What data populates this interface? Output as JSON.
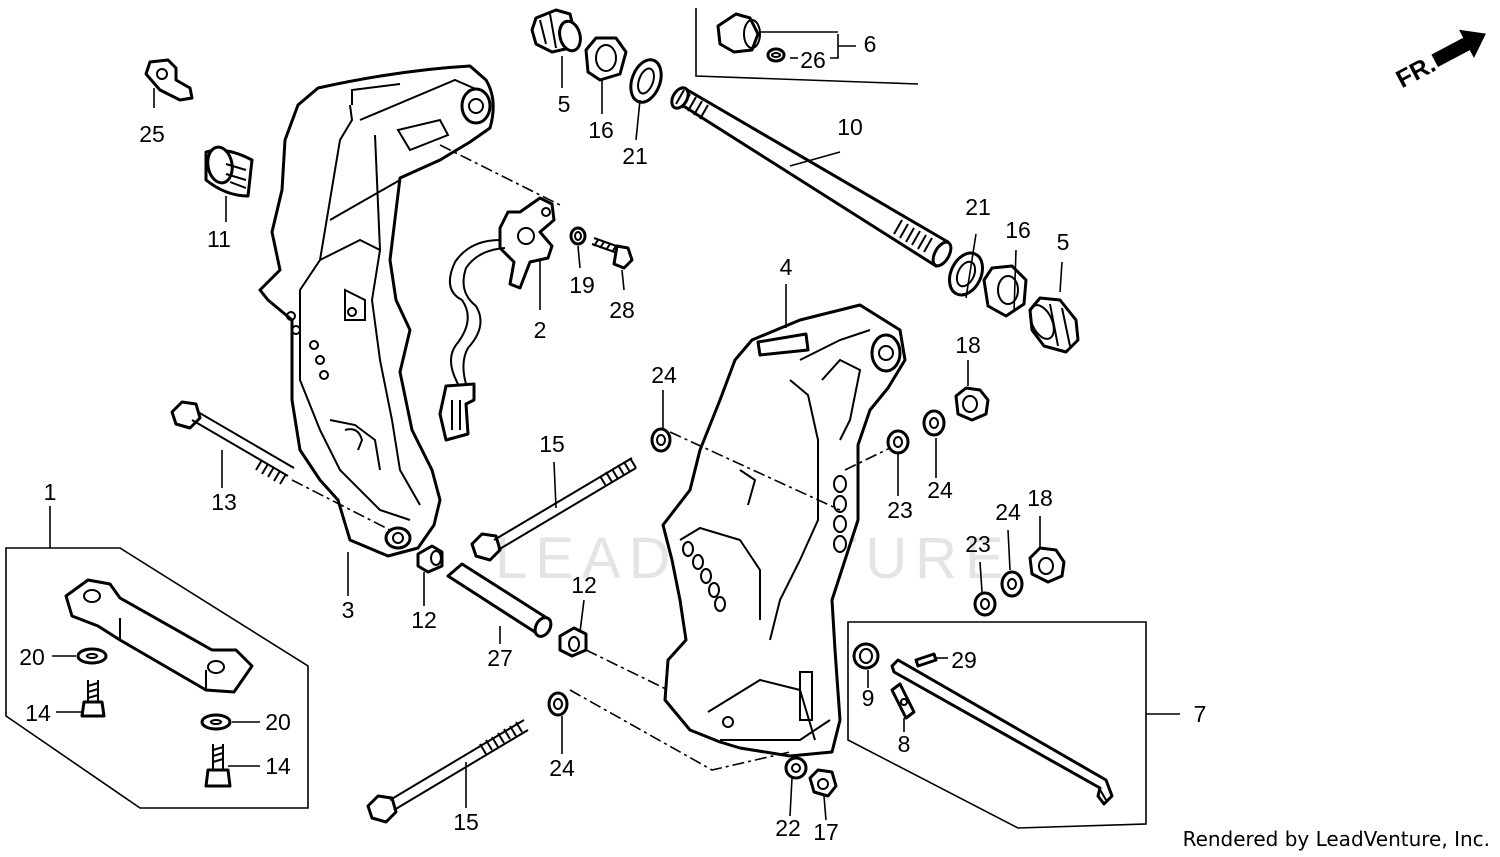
{
  "watermark": "LEADVENTURE",
  "credit": "Rendered by LeadVenture, Inc.",
  "direction": {
    "label": "FR."
  },
  "callouts": [
    {
      "id": "c25",
      "text": "25"
    },
    {
      "id": "c11",
      "text": "11"
    },
    {
      "id": "c5a",
      "text": "5"
    },
    {
      "id": "c16a",
      "text": "16"
    },
    {
      "id": "c21a",
      "text": "21"
    },
    {
      "id": "c6",
      "text": "6"
    },
    {
      "id": "c26",
      "text": "26"
    },
    {
      "id": "c10",
      "text": "10"
    },
    {
      "id": "c21b",
      "text": "21"
    },
    {
      "id": "c16b",
      "text": "16"
    },
    {
      "id": "c5b",
      "text": "5"
    },
    {
      "id": "c19",
      "text": "19"
    },
    {
      "id": "c28",
      "text": "28"
    },
    {
      "id": "c2",
      "text": "2"
    },
    {
      "id": "c4",
      "text": "4"
    },
    {
      "id": "c18a",
      "text": "18"
    },
    {
      "id": "c24a",
      "text": "24"
    },
    {
      "id": "c23a",
      "text": "23"
    },
    {
      "id": "c24b",
      "text": "24"
    },
    {
      "id": "c18b",
      "text": "18"
    },
    {
      "id": "c24c",
      "text": "24"
    },
    {
      "id": "c23b",
      "text": "23"
    },
    {
      "id": "c15a",
      "text": "15"
    },
    {
      "id": "c13",
      "text": "13"
    },
    {
      "id": "c1",
      "text": "1"
    },
    {
      "id": "c3",
      "text": "3"
    },
    {
      "id": "c12a",
      "text": "12"
    },
    {
      "id": "c12b",
      "text": "12"
    },
    {
      "id": "c27",
      "text": "27"
    },
    {
      "id": "c20a",
      "text": "20"
    },
    {
      "id": "c14a",
      "text": "14"
    },
    {
      "id": "c20b",
      "text": "20"
    },
    {
      "id": "c14b",
      "text": "14"
    },
    {
      "id": "c9",
      "text": "9"
    },
    {
      "id": "c29",
      "text": "29"
    },
    {
      "id": "c8",
      "text": "8"
    },
    {
      "id": "c7",
      "text": "7"
    },
    {
      "id": "c24d",
      "text": "24"
    },
    {
      "id": "c15b",
      "text": "15"
    },
    {
      "id": "c22",
      "text": "22"
    },
    {
      "id": "c17",
      "text": "17"
    }
  ]
}
